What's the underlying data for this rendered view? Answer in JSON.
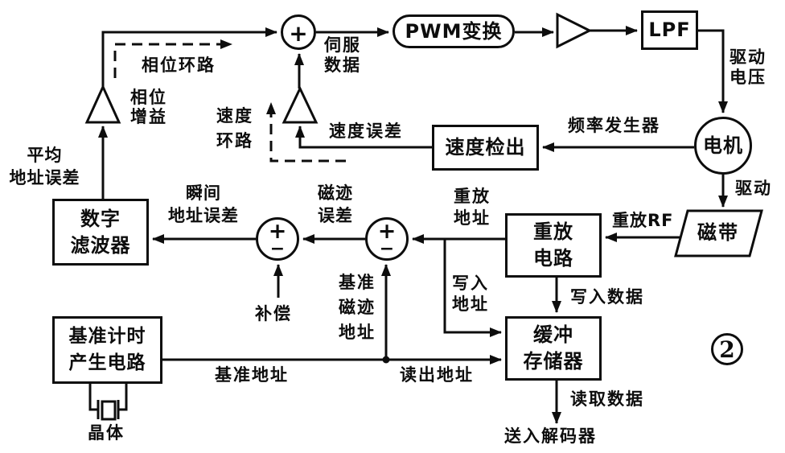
{
  "figure": {
    "number": "2"
  },
  "colors": {
    "line": "#0d0d0d",
    "background": "#ffffff"
  },
  "nodes": {
    "pwm": "PWM变换",
    "lpf": "LPF",
    "motor": "电机",
    "tape": "磁带",
    "speed_detect": "速度检出",
    "digital_filter": "数字\n滤波器",
    "ref_timing": "基准计时\n产生电路",
    "playback_circuit": "重放\n电路",
    "buffer_memory": "缓冲\n存储器"
  },
  "signs": {
    "plus": "+",
    "minus": "−"
  },
  "labels": {
    "servo_data": "伺服\n数据",
    "phase_loop": "相位环路",
    "phase_gain": "相位\n增益",
    "speed_loop": "速度\n环路",
    "speed_error": "速度误差",
    "freq_generator": "频率发生器",
    "drive_voltage": "驱动\n电压",
    "drive": "驱动",
    "playback_rf": "重放RF",
    "avg_addr_error": "平均\n地址误差",
    "instant_addr_error": "瞬间\n地址误差",
    "track_error": "磁迹\n误差",
    "compensation": "补偿",
    "ref_track_addr": "基准\n磁迹\n地址",
    "playback_addr": "重放\n地址",
    "write_addr": "写入\n地址",
    "write_data": "写入数据",
    "readout_addr": "读出地址",
    "ref_addr": "基准地址",
    "read_data": "读取数据",
    "to_decoder": "送入解码器",
    "crystal": "晶体"
  }
}
